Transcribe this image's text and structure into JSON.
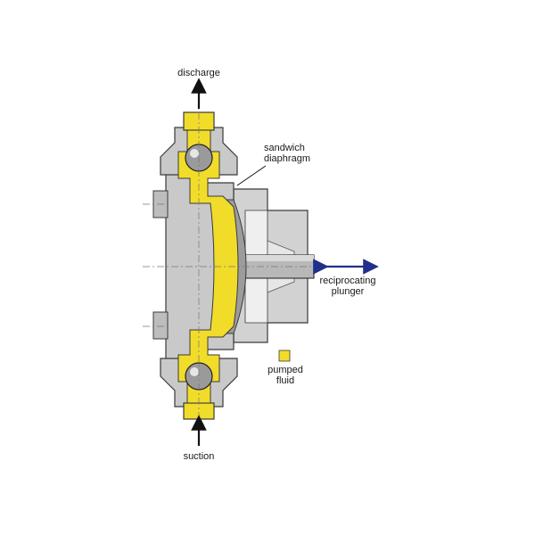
{
  "labels": {
    "discharge": "discharge",
    "diaphragm_line1": "sandwich",
    "diaphragm_line2": "diaphragm",
    "plunger_line1": "reciprocating",
    "plunger_line2": "plunger",
    "fluid_line1": "pumped",
    "fluid_line2": "fluid",
    "suction": "suction"
  },
  "colors": {
    "fluid": "#f2dc2a",
    "body": "#c9c9c9",
    "body_dark": "#a9a9a9",
    "outline": "#3a3a3a",
    "plunger_arrow": "#1f2f8a",
    "flow_arrow": "#111111"
  }
}
